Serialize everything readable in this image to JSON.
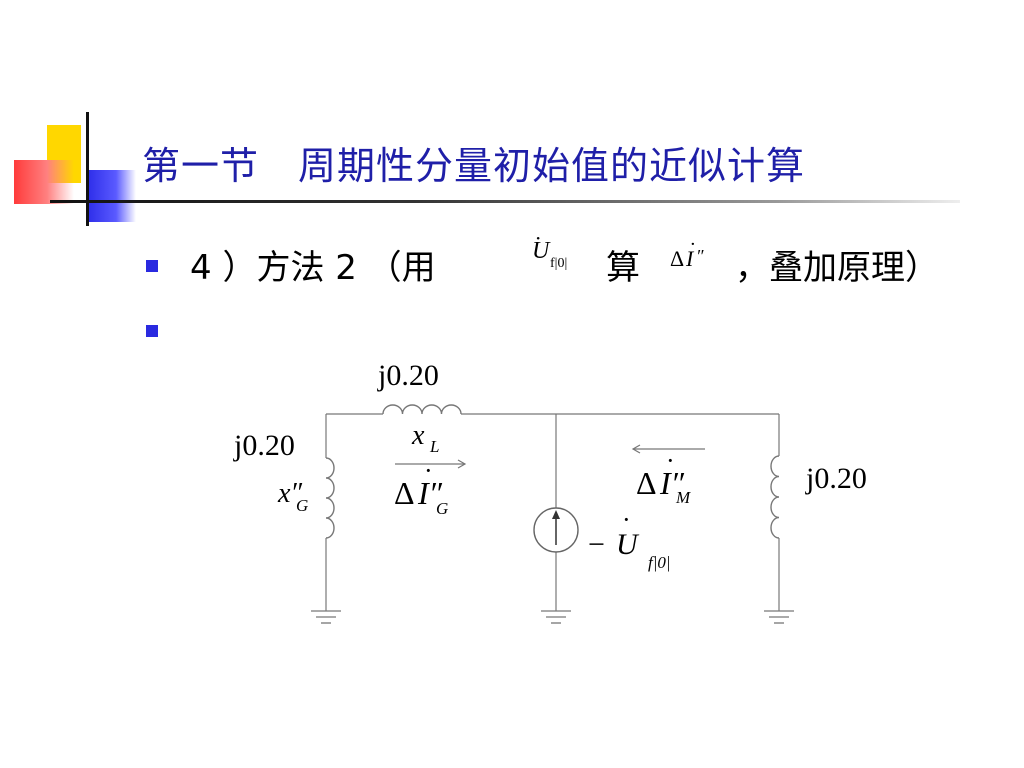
{
  "slide": {
    "title": "第一节　周期性分量初始值的近似计算",
    "bullet1": {
      "prefix": "4 ）方法 2 （用",
      "mid": "算",
      "suffix": "，叠加原理）",
      "m1_base": "U",
      "m1_sub": "f|0|",
      "m2_delta": "Δ",
      "m2_base": "I",
      "m2_prime": "″"
    },
    "bullet2": ""
  },
  "circuit": {
    "top_reactance": "j0.20",
    "top_symbol": "x",
    "top_symbol_sub": "L",
    "left_reactance": "j0.20",
    "left_symbol": "x″",
    "left_symbol_sub": "G",
    "right_reactance": "j0.20",
    "current_left_delta": "Δ",
    "current_left_base": "I″",
    "current_left_sub": "G",
    "current_right_delta": "Δ",
    "current_right_base": "I″",
    "current_right_sub": "M",
    "source_sign": "−",
    "source_base": "U",
    "source_sub": "f|0|"
  }
}
